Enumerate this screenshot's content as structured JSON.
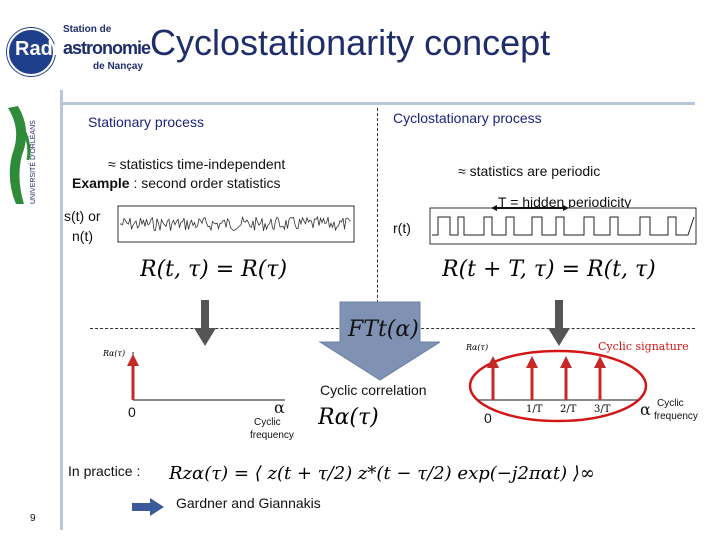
{
  "logo": {
    "station": "Station de",
    "radio": "Radio",
    "astronomie": "astronomie",
    "nancay": "de Nançay",
    "university": "UNIVERSITÉ D'ORLÉANS"
  },
  "title": "Cyclostationarity concept",
  "left": {
    "heading": "Stationary process",
    "line1": "≈ statistics time-independent",
    "example_bold": "Example",
    "example_rest": " : second order statistics",
    "signal_label_1": "s(t) or",
    "signal_label_2": "n(t)",
    "formula": "R(t, τ) = R(τ)",
    "axis_label": "Rα(τ)",
    "origin": "0",
    "alpha": "α",
    "cyclic": "Cyclic",
    "frequency": "frequency"
  },
  "right": {
    "heading": "Cyclostationary process",
    "line1": "≈ statistics are periodic",
    "hidden": "T = hidden periodicity",
    "signal_label": "r(t)",
    "formula": "R(t + T, τ) = R(t, τ)",
    "axis_label": "Rα(τ)",
    "signature": "Cyclic signature",
    "origin": "0",
    "ticks": [
      "1/T",
      "2/T",
      "3/T"
    ],
    "alpha": "α",
    "cyclic": "Cyclic",
    "frequency": "frequency"
  },
  "center": {
    "ft": "FTt(α)",
    "correlation_label": "Cyclic correlation",
    "correlation_formula": "Rα(τ)"
  },
  "bottom": {
    "practice": "In practice :",
    "formula": "Rzα(τ) = ⟨ z(t + τ/2) z*(t − τ/2) exp(−j2παt) ⟩∞",
    "reference": "Gardner and Giannakis",
    "page": "9"
  },
  "colors": {
    "title": "#1f2d6b",
    "heading": "#1a237e",
    "accent_red": "#d31515",
    "arrow": "#555555",
    "ft_box": "#7f92b4"
  }
}
